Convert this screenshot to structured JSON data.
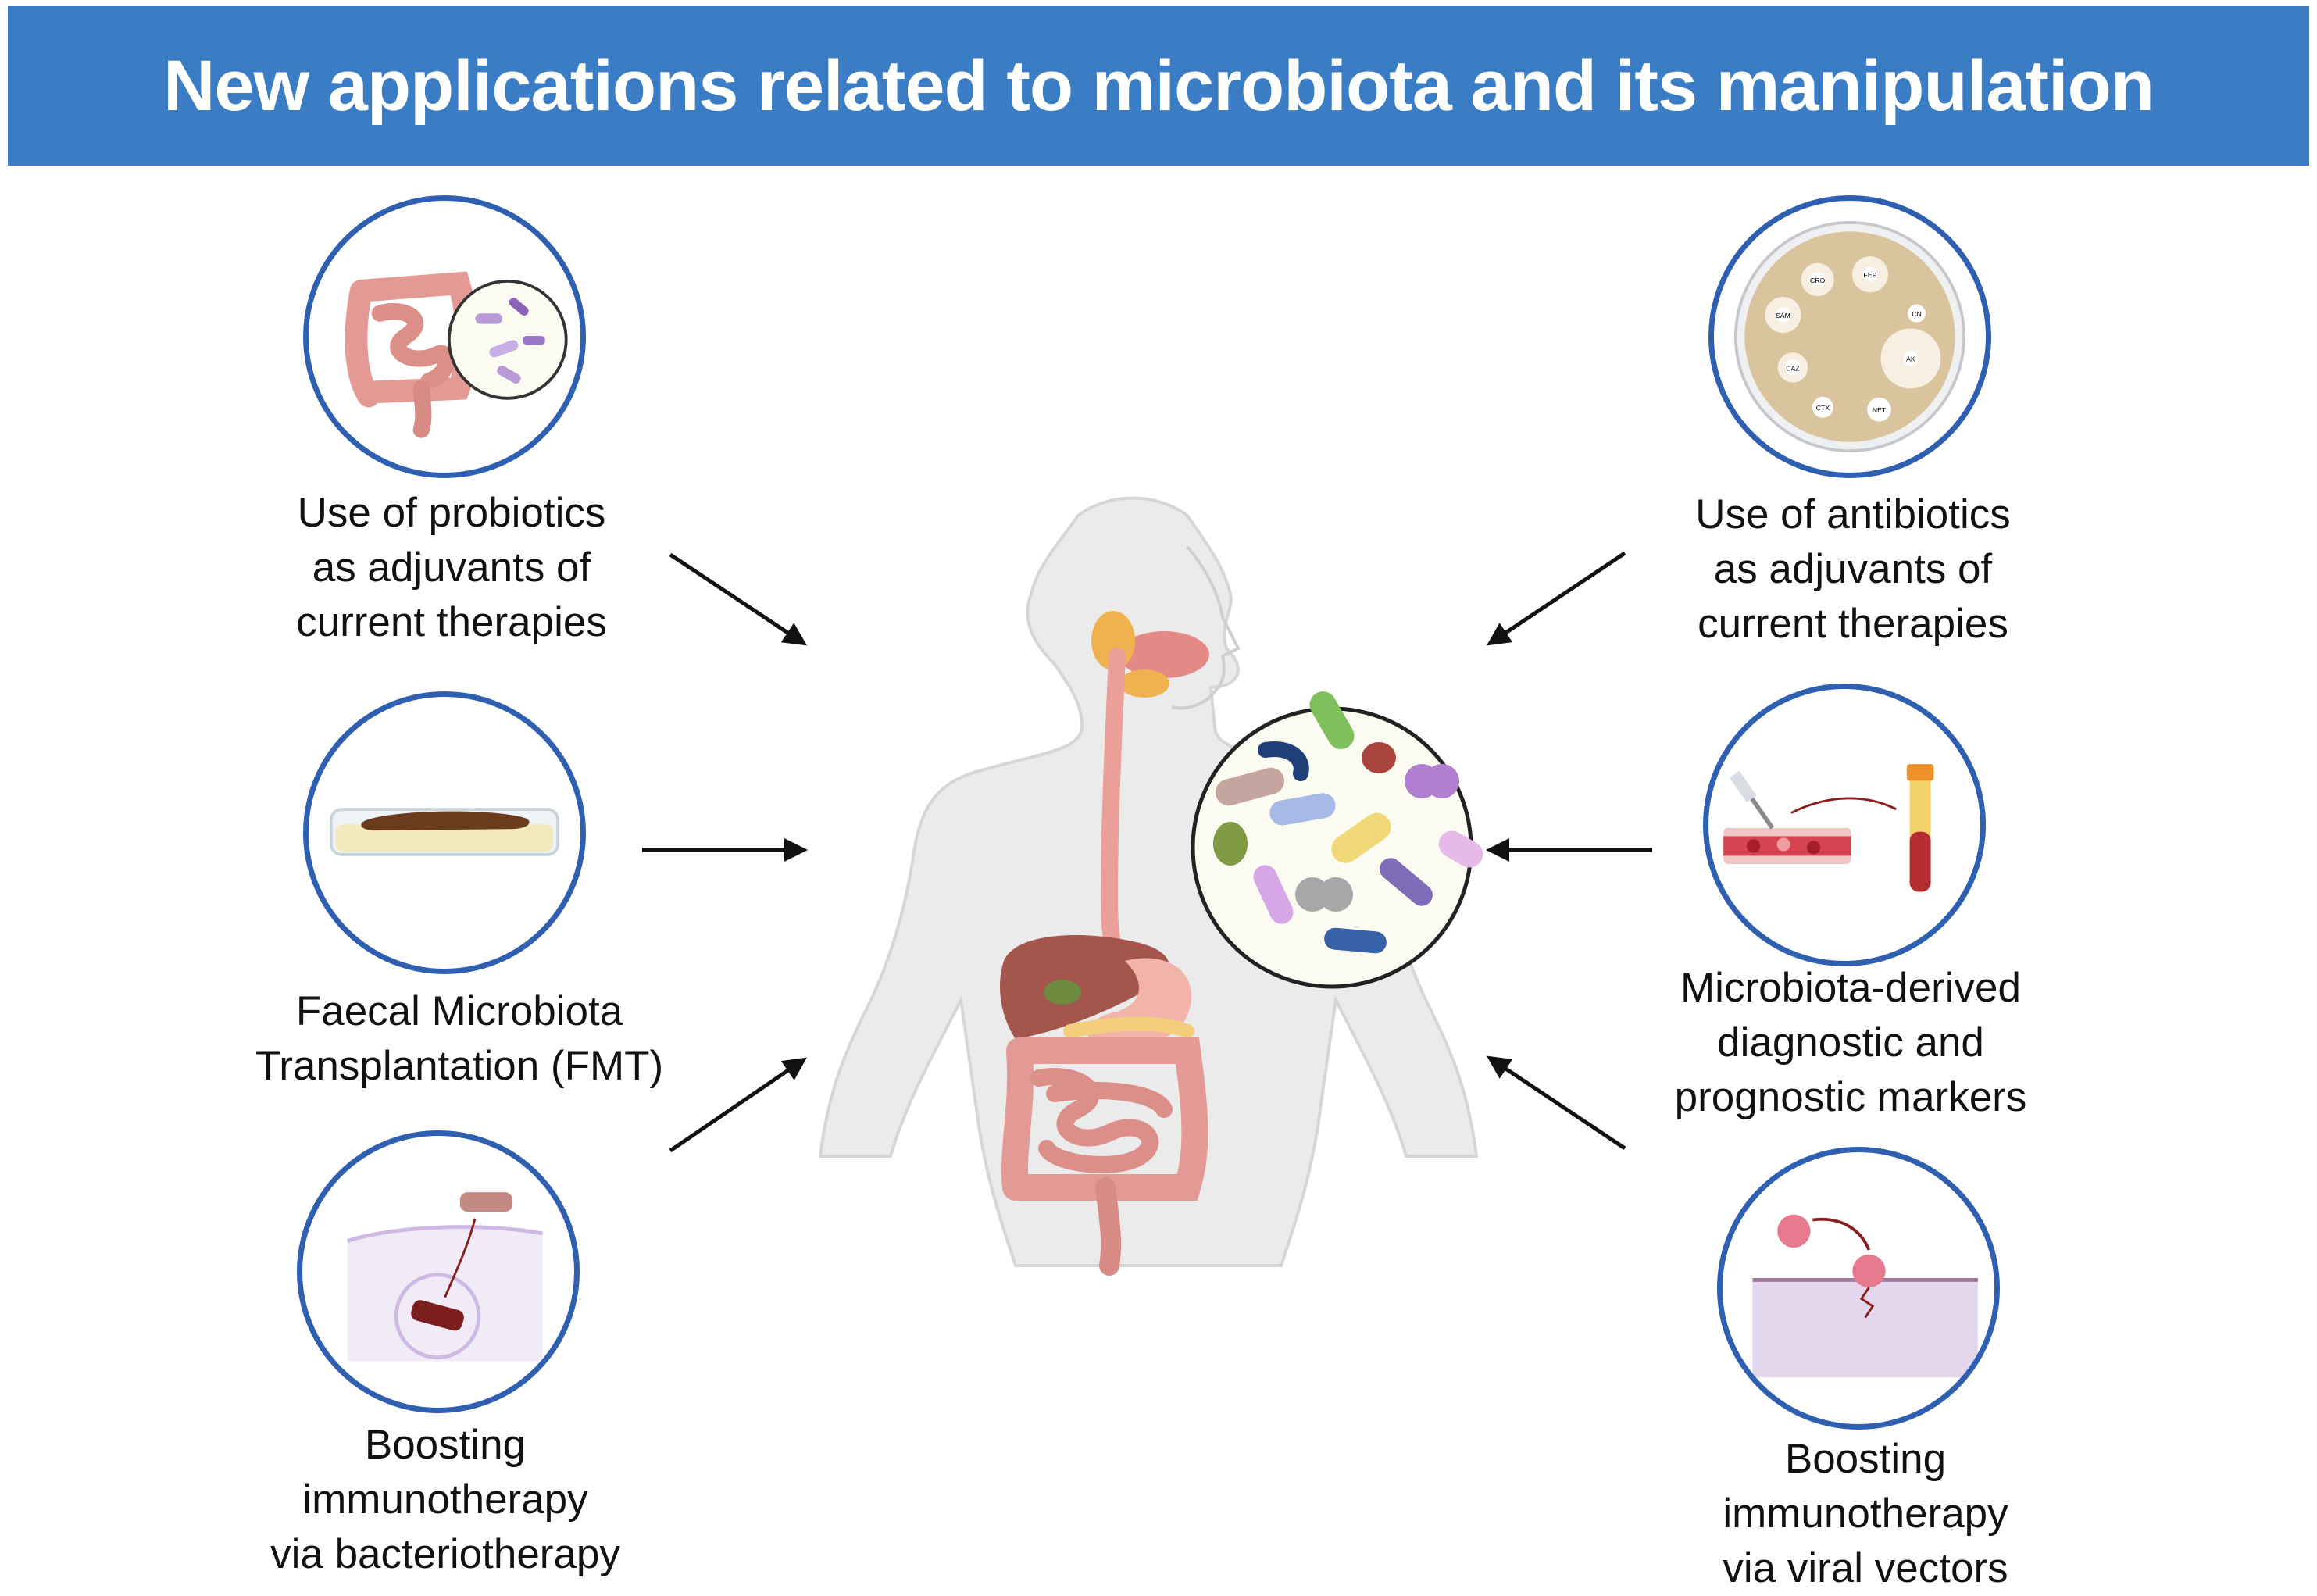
{
  "header": {
    "title": "New applications related to microbiota and its manipulation",
    "background": "#3a7dc4"
  },
  "left": {
    "probiotics": {
      "lines": [
        "Use of probiotics",
        "as adjuvants of",
        "current therapies"
      ],
      "icon": "intestine-with-bacteria-icon"
    },
    "fmt": {
      "lines": [
        "Faecal Microbiota",
        "Transplantation (FMT)"
      ],
      "icon": "petri-dish-stool-icon"
    },
    "bacteriotherapy": {
      "lines": [
        "Boosting",
        "immunotherapy",
        "via bacteriotherapy"
      ],
      "icon": "bacteria-cell-icon"
    }
  },
  "right": {
    "antibiotics": {
      "lines": [
        "Use of antibiotics",
        "as adjuvants of",
        "current therapies"
      ],
      "icon": "antibiotic-disc-plate-icon"
    },
    "markers": {
      "lines": [
        "Microbiota-derived",
        "diagnostic and",
        "prognostic markers"
      ],
      "icon": "blood-sample-icon"
    },
    "viral": {
      "lines": [
        "Boosting",
        "immunotherapy",
        "via viral vectors"
      ],
      "icon": "virus-cell-icon"
    }
  },
  "antibiotic_discs": [
    "CRO",
    "FEP",
    "SAM",
    "CN",
    "AK",
    "CAZ",
    "CTX",
    "NET"
  ],
  "colors": {
    "circle_border": "#2e5fb0",
    "intestine": "#e39a95",
    "liver": "#a5564c",
    "plate": "#d9c49e"
  }
}
